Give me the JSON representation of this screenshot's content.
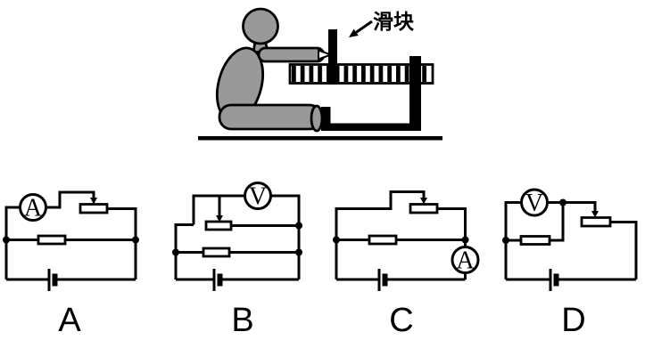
{
  "illustration": {
    "slider_label": "滑块"
  },
  "colors": {
    "ink": "#000000",
    "person_fill": "#999999",
    "background": "#ffffff"
  },
  "options": [
    {
      "label": "A",
      "meter": "A"
    },
    {
      "label": "B",
      "meter": "V"
    },
    {
      "label": "C",
      "meter": "A"
    },
    {
      "label": "D",
      "meter": "V"
    }
  ]
}
